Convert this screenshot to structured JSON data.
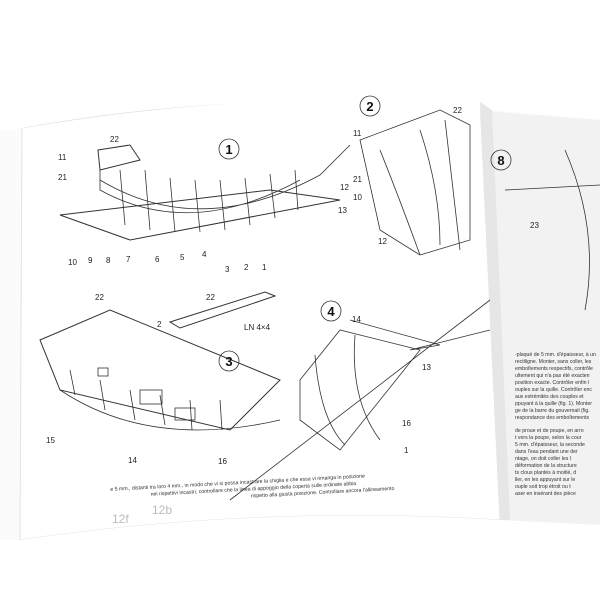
{
  "step_numbers": [
    "1",
    "2",
    "3",
    "4",
    "8"
  ],
  "diagram1_labels": [
    "22",
    "11",
    "21",
    "10",
    "9",
    "8",
    "7",
    "6",
    "5",
    "4",
    "3",
    "2",
    "1",
    "12",
    "13"
  ],
  "diagram2_labels": [
    "22",
    "11",
    "21",
    "10",
    "12"
  ],
  "diagram3_labels": [
    "22",
    "15",
    "14",
    "16"
  ],
  "part22_detail": {
    "label": "22",
    "dim": "LN 4×4",
    "thickness": "2"
  },
  "diagram4_labels": [
    "14",
    "13",
    "16",
    "1"
  ],
  "diagram8_labels": [
    "23"
  ],
  "italian_text": [
    "e 5 mm., distanti tra loro 4 mm., in modo che vi si possa incastrare la chiglia e che essa vi rimanga in posizione",
    "nei rispettivi incastri, controllare che la linea di appoggio della coperta sulle ordinate abbia",
    "rispetto alla giusta posizione. Controllare ancora l'allineamento"
  ],
  "french_text": [
    "-plaqué de 5 mm. d'épaisseur, à un",
    "rectiligne. Monter, sans coller, les",
    "emboîtements respectifs, contrôle",
    "ultement qui n'a pas été exacten",
    "position exacte. Contrôler enfin l",
    "ouples sur la quille. Contrôler enc",
    "aux extrémités des couples et",
    "ppuyant à la quille (fig. 1). Monter",
    "ge de la barre du gouvernail (fig.",
    "respondance des emboîtements",
    "de proue et de poupe, en arro",
    "t vers la poupe, selon la cour",
    "5 mm. d'épaisseur, la seconde",
    "dans l'eau pendant une der",
    "ntage, on doit coller les l",
    "déformation de la structure",
    "ts clous plantés à moitié, d",
    "ller, en les appuyant sur le",
    "ouple soit trop étroit ou t",
    "aser en insérant des pièce"
  ],
  "faded_labels": [
    "12b",
    "12f"
  ]
}
